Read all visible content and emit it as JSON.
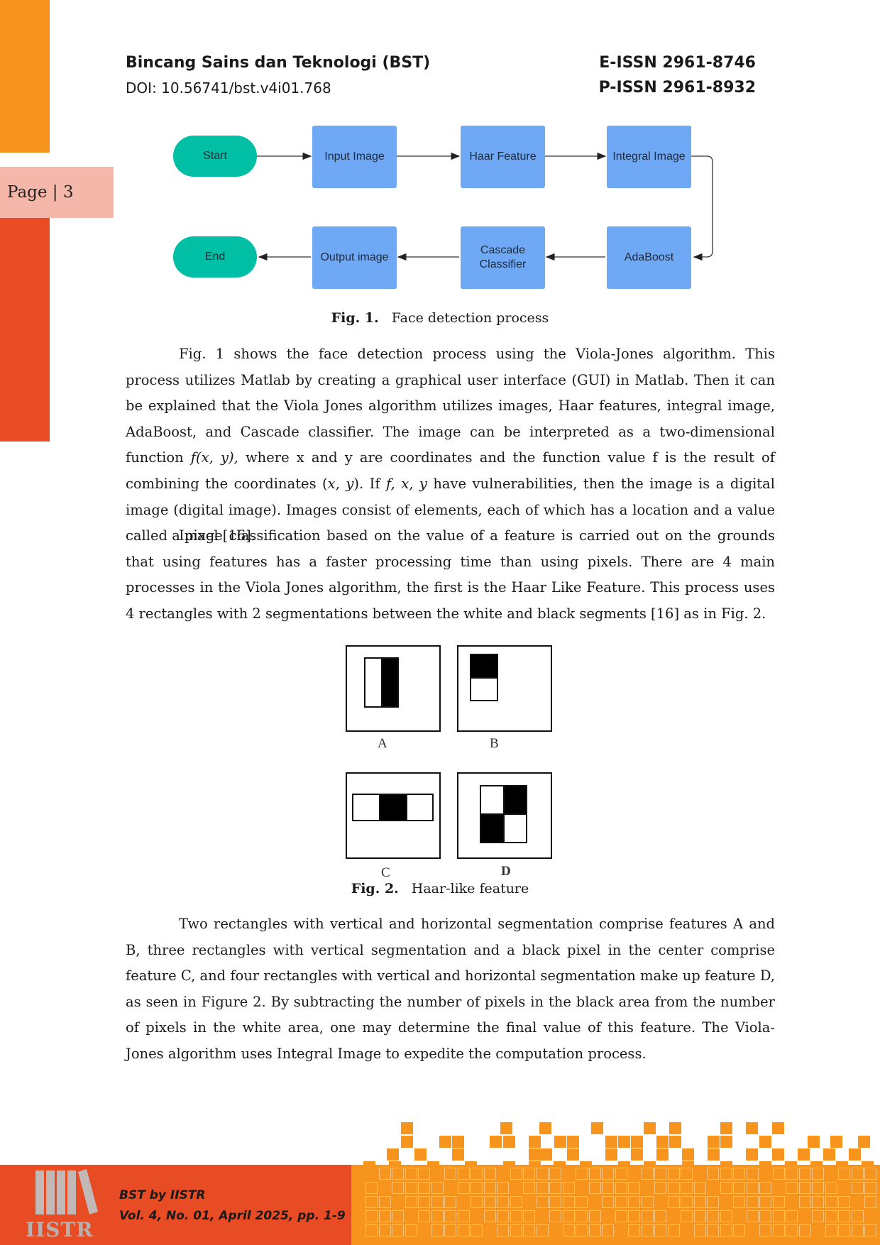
{
  "header": {
    "journal_title": "Bincang Sains dan Teknologi (BST)",
    "doi": "DOI: 10.56741/bst.v4i01.768",
    "eissn": "E-ISSN 2961-8746",
    "pissn": "P-ISSN 2961-8932"
  },
  "page_label": "Page | 3",
  "flowchart": {
    "nodes": {
      "start": "Start",
      "input_image": "Input Image",
      "haar_feature": "Haar Feature",
      "integral_image": "Integral Image",
      "adaboost": "AdaBoost",
      "cascade_line1": "Cascade",
      "cascade_line2": "Classifier",
      "output_image": "Output image",
      "end": "End"
    },
    "colors": {
      "terminal": "#00bfa5",
      "process": "#6fa8f5"
    }
  },
  "fig1": {
    "number": "Fig. 1.",
    "title": "Face detection process"
  },
  "paragraphs": {
    "p1": "Fig. 1 shows the face detection process using the Viola-Jones algorithm. This process utilizes Matlab by creating a graphical user interface (GUI) in Matlab. Then it can be explained that the Viola Jones algorithm utilizes images, Haar features, integral image, AdaBoost, and Cascade classifier. The image can be interpreted as a two-dimensional function",
    "p1_fxy": "f(x, y),",
    "p1_b": "where x and y are coordinates and the function value f is the result of combining the coordinates (",
    "p1_xy": "x, y",
    "p1_c": "). If",
    "p1_fxy2": "f, x, y",
    "p1_d": "have vulnerabilities, then the image is a digital image (digital image). Images consist of elements, each of which has a location and a value called a pixel [16].",
    "p2": "Image classification based on the value of a feature is carried out on the grounds that using features has a faster processing time than using pixels. There are 4 main processes in the Viola Jones algorithm, the first is the Haar Like Feature. This process uses 4 rectangles with 2 segmentations between the white and black segments [16] as in Fig. 2.",
    "p3": "Two rectangles with vertical and horizontal segmentation comprise features A and B, three rectangles with vertical segmentation and a black pixel in the center comprise feature C, and four rectangles with vertical and horizontal segmentation make up feature D, as seen in Figure 2. By subtracting the number of pixels in the black area from the number of pixels in the white area, one may determine the final value of this feature. The Viola-Jones algorithm uses Integral Image to expedite the computation process."
  },
  "fig2": {
    "number": "Fig. 2.",
    "title": "Haar-like feature",
    "labels": {
      "a": "A",
      "b": "B",
      "c": "C",
      "d": "D"
    }
  },
  "footer": {
    "publisher": "BST by IISTR",
    "volume": "Vol. 4, No. 01, April 2025, pp. 1-9",
    "logo_text": "IISTR"
  },
  "colors": {
    "accent_orange": "#f7941d",
    "accent_red": "#e84c24",
    "page_tab": "#f4b7a9"
  }
}
